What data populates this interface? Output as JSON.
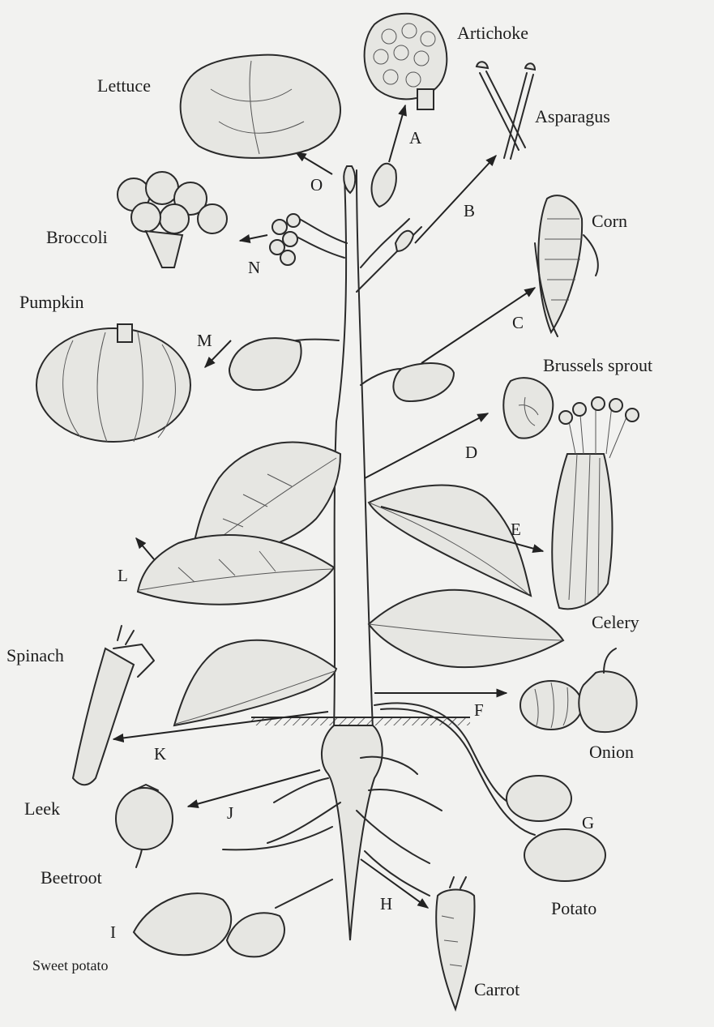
{
  "vegetables": {
    "artichoke": "Artichoke",
    "lettuce": "Lettuce",
    "asparagus": "Asparagus",
    "broccoli": "Broccoli",
    "corn": "Corn",
    "pumpkin": "Pumpkin",
    "brussels_sprout": "Brussels sprout",
    "spinach": "Spinach",
    "celery": "Celery",
    "onion": "Onion",
    "leek": "Leek",
    "beetroot": "Beetroot",
    "potato": "Potato",
    "sweet_potato": "Sweet potato",
    "carrot": "Carrot"
  },
  "letters": {
    "A": "A",
    "B": "B",
    "C": "C",
    "D": "D",
    "E": "E",
    "F": "F",
    "G": "G",
    "H": "H",
    "I": "I",
    "J": "J",
    "K": "K",
    "L": "L",
    "M": "M",
    "N": "N",
    "O": "O"
  }
}
